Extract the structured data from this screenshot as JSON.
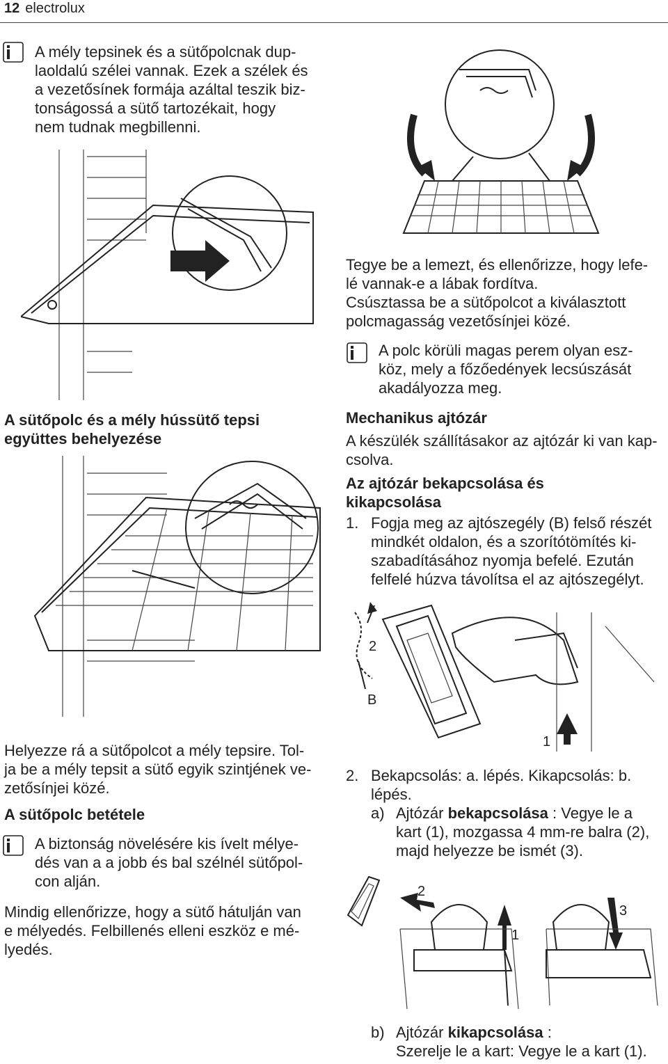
{
  "header": {
    "page_number": "12",
    "brand": "electrolux"
  },
  "note1": "A mély tepsinek és a sütőpolcnak dup-laoldalú szélei vannak. Ezek a szélek és a vezetősínek formája azáltal teszik biz-tonságossá a sütő tartozékait, hogy nem tudnak megbillenni.",
  "note1_lines": [
    "A mély tepsinek és a sütőpolcnak dup-",
    "laoldalú szélei vannak. Ezek a szélek és",
    "a vezetősínek formája azáltal teszik biz-",
    "tonságossá a sütő tartozékait, hogy",
    "nem tudnak megbillenni."
  ],
  "insert_text_lines": [
    "Tegye be a lemezt, és ellenőrizze, hogy lefe-",
    "lé vannak-e a lábak fordítva.",
    "Csúsztassa be a sütőpolcot a kiválasztott",
    "polcmagasság vezetősínjei közé."
  ],
  "note2_lines": [
    "A polc körüli magas perem olyan esz-",
    "köz, mely a főzőedények lecsúszását",
    "akadályozza meg."
  ],
  "heading_combined_lines": [
    "A sütőpolc és a mély hússütő tepsi",
    "együttes behelyezése"
  ],
  "heading_lock": "Mechanikus ajtózár",
  "lock_text_lines": [
    "A készülék szállításakor az ajtózár ki van kap-",
    "csolva."
  ],
  "heading_lock_onoff_lines": [
    "Az ajtózár bekapcsolása és",
    "kikapcsolása"
  ],
  "step1": {
    "num": "1.",
    "lines": [
      "Fogja meg az ajtószegély (B) felső részét",
      "mindkét oldalon, és a szorítótömítés ki-",
      "szabadításához nyomja befelé. Ezután",
      "felfelé húzva távolítsa el az ajtószegélyt."
    ]
  },
  "figure_labels": {
    "b": "B",
    "two_a": "2",
    "one_a": "1",
    "two_b": "2",
    "one_b": "1",
    "three_b": "3"
  },
  "place_text_lines": [
    "Helyezze rá a sütőpolcot a mély tepsire. Tol-",
    "ja be a mély tepsit a sütő egyik szintjének ve-",
    "zetősínjei közé."
  ],
  "heading_insert": "A sütőpolc betétele",
  "note3_lines": [
    "A biztonság növelésére kis ívelt mélye-",
    "dés van a a jobb és bal szélnél sütőpol-",
    "con alján."
  ],
  "check_text_lines": [
    "Mindig ellenőrizze, hogy a sütő hátulján van",
    "e mélyedés. Felbillenés elleni eszköz e mé-",
    "lyedés."
  ],
  "step2": {
    "num": "2.",
    "lines": [
      "Bekapcsolás: a. lépés. Kikapcsolás: b.",
      "lépés."
    ]
  },
  "step_a": {
    "label": "a)",
    "prefix": "Ajtózár ",
    "bold": "bekapcsolása",
    "suffix": " : Vegye le a",
    "lines": [
      "kart (1), mozgassa 4 mm-re balra (2),",
      "majd helyezze be ismét (3)."
    ]
  },
  "step_b": {
    "label": "b)",
    "prefix": "Ajtózár ",
    "bold": "kikapcsolása",
    "suffix": " :",
    "line2": "Szerelje le a kart: Vegye le a kart (1)."
  },
  "icons": {
    "info": "info-icon"
  }
}
